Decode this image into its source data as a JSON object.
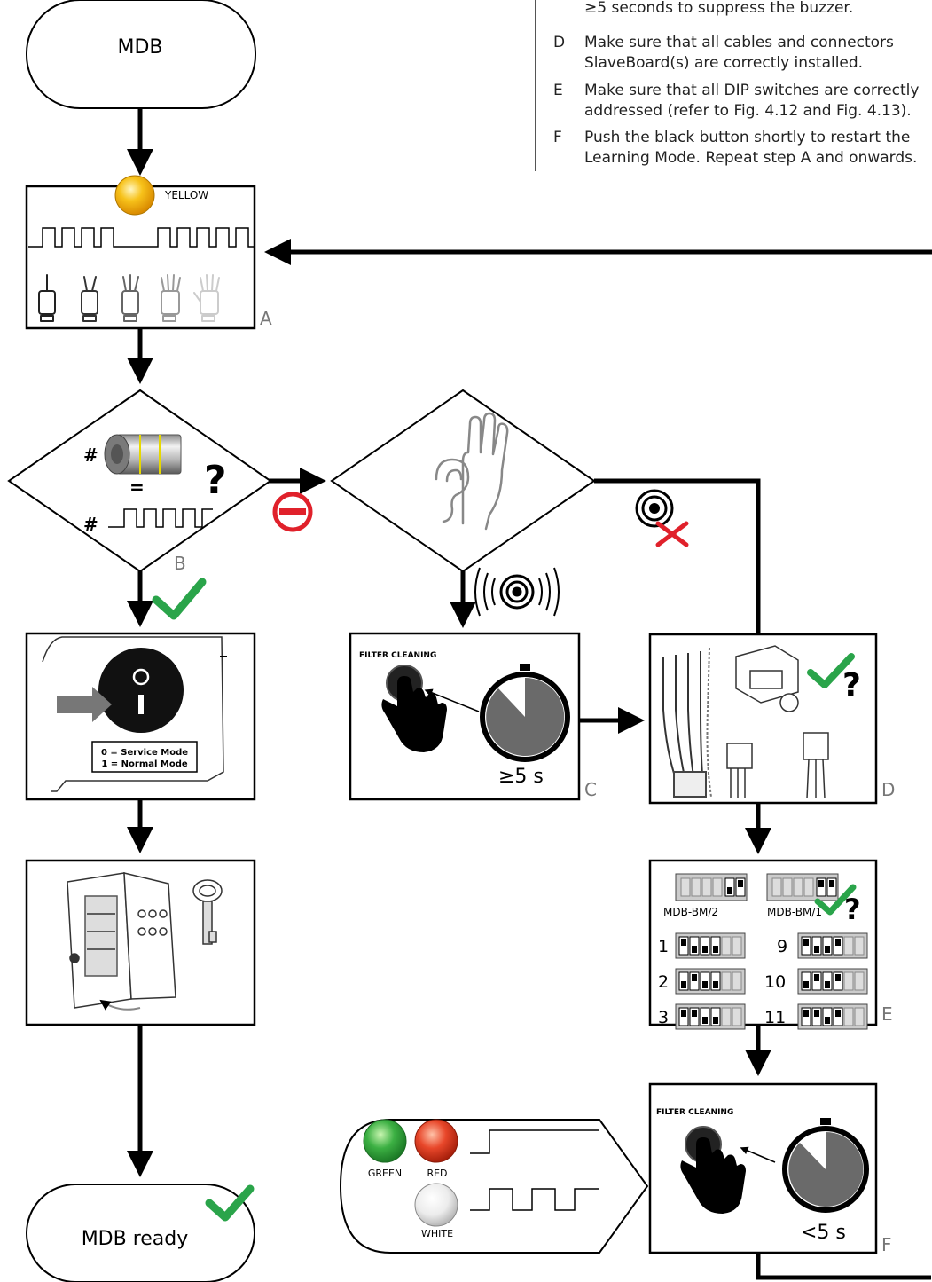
{
  "nodes": {
    "start": "MDB",
    "end": "MDB ready"
  },
  "step_labels": {
    "a": "A",
    "b": "B",
    "c": "C",
    "d": "D",
    "e": "E",
    "f": "F"
  },
  "box_a": {
    "lamp_color": "YELLOW",
    "lamp_hex": "#f5b400"
  },
  "decision_b": {
    "hash_top": "#",
    "equals": "=",
    "question": "?",
    "hash_bottom": "#"
  },
  "mode_box": {
    "line1": "0 = Service Mode",
    "line2": "1 = Normal Mode",
    "switch_top": "O",
    "switch_bottom": "I"
  },
  "box_c": {
    "button_label": "FILTER CLEANING",
    "time": "≥5 s"
  },
  "box_e": {
    "module_left": "MDB-BM/2",
    "module_right": "MDB-BM/1",
    "rows_left": [
      "1",
      "2",
      "3"
    ],
    "rows_right": [
      "9",
      "10",
      "11"
    ]
  },
  "box_f": {
    "button_label": "FILTER CLEANING",
    "time": "<5 s"
  },
  "status_panel": {
    "green": "GREEN",
    "red": "RED",
    "white": "WHITE"
  },
  "notes": [
    {
      "letter": "",
      "text": "≥5 seconds to suppress the buzzer."
    },
    {
      "letter": "D",
      "text": "Make sure that all cables and connectors"
    },
    {
      "letter": "",
      "text": "SlaveBoard(s) are correctly installed."
    },
    {
      "letter": "E",
      "text": "Make sure that all DIP switches are correctly"
    },
    {
      "letter": "",
      "text": "addressed (refer to Fig. 4.12 and Fig. 4.13)."
    },
    {
      "letter": "F",
      "text": "Push the black button shortly to restart the"
    },
    {
      "letter": "",
      "text": "Learning Mode. Repeat step A and onwards."
    }
  ],
  "colors": {
    "ok_green": "#2aa44a",
    "error_red": "#e0212b",
    "label_gray": "#777777",
    "lamp_green": "#3cb043",
    "lamp_red": "#e8472a",
    "lamp_white": "#f2f2f2"
  }
}
